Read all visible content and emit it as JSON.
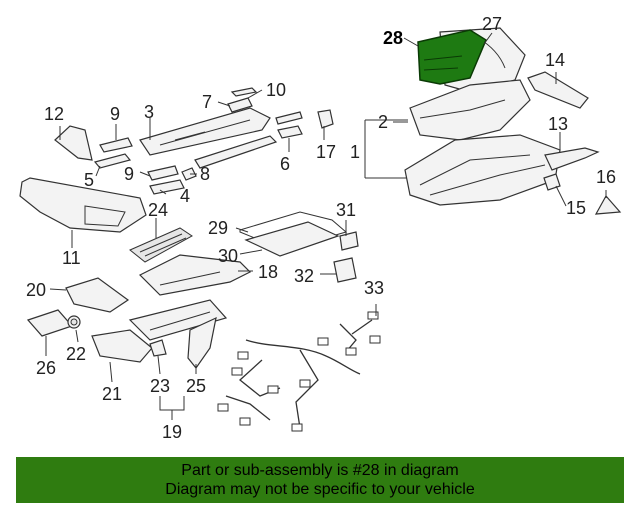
{
  "diagram": {
    "callouts": [
      "1",
      "2",
      "3",
      "4",
      "5",
      "6",
      "7",
      "8",
      "9",
      "9",
      "10",
      "11",
      "12",
      "13",
      "14",
      "15",
      "16",
      "17",
      "18",
      "19",
      "20",
      "21",
      "22",
      "23",
      "24",
      "25",
      "26",
      "27",
      "28",
      "29",
      "30",
      "31",
      "32",
      "33"
    ],
    "highlighted_part": "28",
    "highlight_color": "#1e7a12"
  },
  "footer": {
    "line1": "Part or sub-assembly is #28 in diagram",
    "line2": "Diagram may not be specific to your vehicle",
    "background": "#2f7c10"
  }
}
